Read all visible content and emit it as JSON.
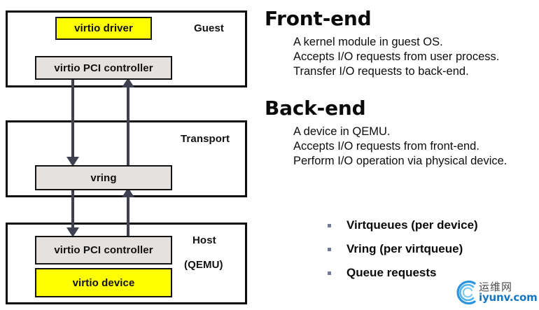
{
  "diagram": {
    "zones": [
      {
        "id": "guest",
        "label": "Guest"
      },
      {
        "id": "transport",
        "label": "Transport"
      },
      {
        "id": "host",
        "label": "Host",
        "label2": "(QEMU)"
      }
    ],
    "nodes": [
      {
        "id": "virtio-driver",
        "label": "virtio driver",
        "fill": "#ffff00"
      },
      {
        "id": "guest-virtio-pci-controller",
        "label": "virtio PCI controller",
        "fill": "#e4e1de"
      },
      {
        "id": "vring",
        "label": "vring",
        "fill": "#e4e1de"
      },
      {
        "id": "host-virtio-pci-controller",
        "label": "virtio PCI controller",
        "fill": "#e4e1de"
      },
      {
        "id": "virtio-device",
        "label": "virtio device",
        "fill": "#ffff00"
      }
    ],
    "arrow_color": "#3f4150",
    "border_color": "#0d0d0d"
  },
  "sections": [
    {
      "heading": "Front-end",
      "lines": [
        "A kernel module in guest OS.",
        "Accepts I/O requests from user process.",
        "Transfer I/O requests to back-end."
      ]
    },
    {
      "heading": "Back-end",
      "lines": [
        "A device in QEMU.",
        "Accepts I/O requests from front-end.",
        "Perform I/O operation via physical device."
      ]
    }
  ],
  "bullets": [
    "Virtqueues (per device)",
    "Vring (per virtqueue)",
    "Queue requests"
  ],
  "watermark": {
    "cn": "运维网",
    "url": "iyunv.com",
    "color": "#1577c4"
  }
}
